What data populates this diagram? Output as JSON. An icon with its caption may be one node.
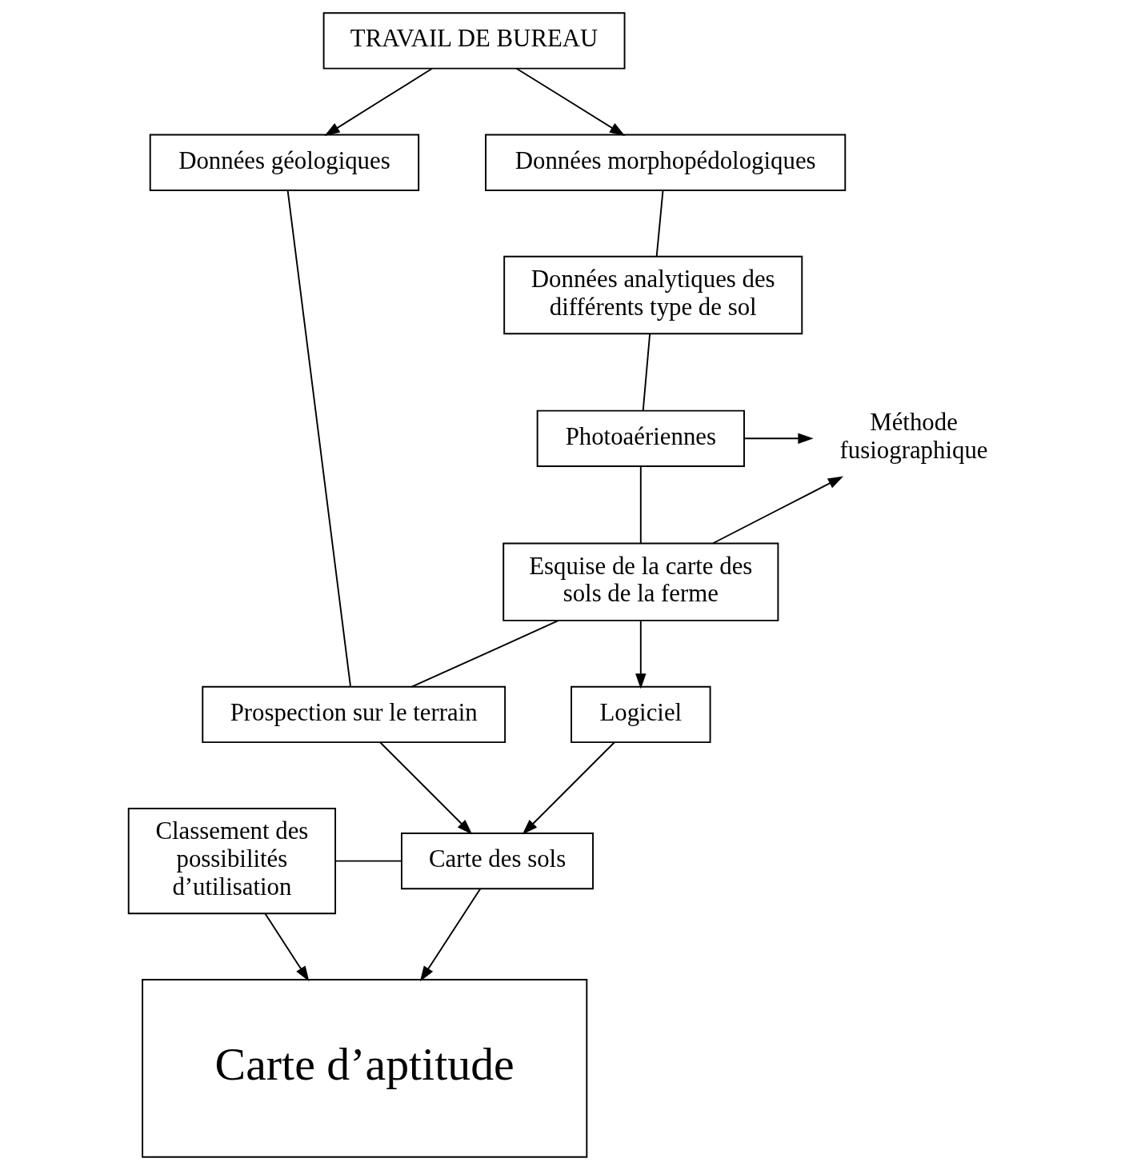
{
  "diagram": {
    "nodes": [
      {
        "text": [
          "TRAVAIL DE BUREAU"
        ]
      },
      {
        "text": [
          "Données géologiques"
        ]
      },
      {
        "text": [
          "Données morphopédologiques"
        ]
      },
      {
        "text": [
          "Données analytiques des différents type de sol"
        ]
      },
      {
        "text": [
          "Photoaériennes"
        ]
      },
      {
        "text": [
          "Méthode fusiographique"
        ]
      },
      {
        "text": [
          "Esquise de la carte des sols de la ferme"
        ]
      },
      {
        "text": [
          "Prospection sur le terrain"
        ]
      },
      {
        "text": [
          "Classement des possibilités d’utilisation"
        ]
      },
      {
        "text": [
          "Carte des sols"
        ]
      },
      {
        "text": [
          "Logiciel"
        ]
      },
      {
        "text": [
          "Carte d’aptitude"
        ]
      }
    ],
    "edges": [
      {
        "from": 0,
        "to": 1,
        "arrow": "to"
      },
      {
        "from": 0,
        "to": 2,
        "arrow": "to"
      },
      {
        "from": 2,
        "to": 3,
        "arrow": "none"
      },
      {
        "from": 3,
        "to": 4,
        "arrow": "none"
      },
      {
        "from": 4,
        "to": 6,
        "arrow": "none"
      },
      {
        "from": 4,
        "to": 5,
        "arrow": "to"
      },
      {
        "from": 6,
        "to": 5,
        "arrow": "to"
      },
      {
        "from": 1,
        "to": 7,
        "arrow": "none"
      },
      {
        "from": 6,
        "to": 7,
        "arrow": "none"
      },
      {
        "from": 6,
        "to": 10,
        "arrow": "to"
      },
      {
        "from": 7,
        "to": 9,
        "arrow": "to"
      },
      {
        "from": 8,
        "to": 9,
        "arrow": "none"
      },
      {
        "from": 10,
        "to": 9,
        "arrow": "to"
      },
      {
        "from": 8,
        "to": 11,
        "arrow": "to"
      },
      {
        "from": 9,
        "to": 11,
        "arrow": "to"
      }
    ]
  }
}
